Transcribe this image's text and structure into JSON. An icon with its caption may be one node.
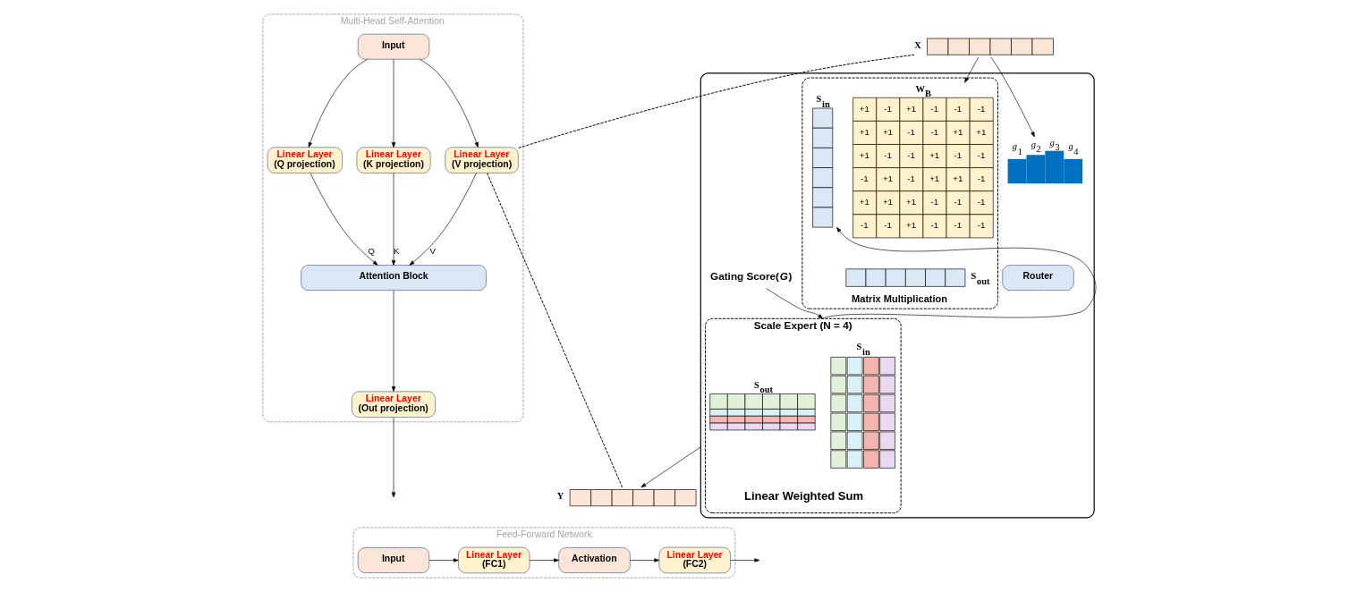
{
  "diagram": {
    "nodes": [
      {
        "text": [
          "Multi-Head Self-Attention"
        ]
      },
      {
        "text": [
          "Input"
        ],
        "in": 0
      },
      {
        "text": [
          "Linear Layer",
          "(Q projection)"
        ],
        "in": 0
      },
      {
        "text": [
          "Linear Layer",
          "(K projection)"
        ],
        "in": 0
      },
      {
        "text": [
          "Linear Layer",
          "(V projection)"
        ],
        "in": 0
      },
      {
        "text": [
          "Attention Block"
        ],
        "in": 0
      },
      {
        "text": [
          "Linear Layer",
          "(Out projection)"
        ],
        "in": 0
      },
      {
        "text": [
          "Feed-Forward Network"
        ]
      },
      {
        "text": [
          "Input"
        ],
        "in": 7
      },
      {
        "text": [
          "Linear Layer",
          "(FC1)"
        ],
        "in": 7
      },
      {
        "text": [
          "Activation"
        ],
        "in": 7
      },
      {
        "text": [
          "Linear Layer",
          "(FC2)"
        ],
        "in": 7
      },
      {
        "text": [],
        "shape": "bar",
        "beside": [
          "X"
        ]
      },
      {
        "text": [],
        "shape": "box"
      },
      {
        "text": [
          "Matrix Multiplication"
        ],
        "in": 13
      },
      {
        "text": [
          "W$_{B}$",
          "+1",
          "-1",
          "+1",
          "-1",
          "-1",
          "-1",
          "+1",
          "+1",
          "-1",
          "-1",
          "+1",
          "+1",
          "+1",
          "-1",
          "-1",
          "+1",
          "-1",
          "-1",
          "-1",
          "+1",
          "-1",
          "+1",
          "+1",
          "-1",
          "+1",
          "+1",
          "+1",
          "-1",
          "-1",
          "-1",
          "-1",
          "-1",
          "+1",
          "-1",
          "-1",
          "-1"
        ],
        "in": 14
      },
      {
        "text": [
          "S$_{in}$"
        ],
        "in": 14
      },
      {
        "text": [
          "S$_{out}$"
        ],
        "in": 14
      },
      {
        "text": [
          "Router"
        ],
        "in": 13
      },
      {
        "text": [
          "*g*$_{1}$",
          "*g*$_{2}$",
          "*g*$_{3}$",
          "*g*$_{4}$"
        ],
        "in": 13
      },
      {
        "text": [
          "Gating Score(*G*)"
        ],
        "in": 13
      },
      {
        "text": [
          "Scale Expert (N = 4)",
          "Linear Weighted Sum"
        ],
        "in": 13
      },
      {
        "text": [
          "S$_{in}$"
        ],
        "in": 21
      },
      {
        "text": [
          "S$_{out}$"
        ],
        "in": 21
      },
      {
        "text": [],
        "shape": "bar",
        "beside": [
          "Y"
        ]
      }
    ],
    "edges": [
      {
        "from": 1,
        "to": 2,
        "arrow": "to"
      },
      {
        "from": 1,
        "to": 3,
        "arrow": "to"
      },
      {
        "from": 1,
        "to": 4,
        "arrow": "to"
      },
      {
        "from": 2,
        "to": 5,
        "arrow": "to",
        "label": "Q"
      },
      {
        "from": 3,
        "to": 5,
        "arrow": "to",
        "label": "K"
      },
      {
        "from": 4,
        "to": 5,
        "arrow": "to",
        "label": "V"
      },
      {
        "from": 5,
        "to": 6,
        "arrow": "to"
      },
      {
        "from": 6,
        "to": null,
        "arrow": "to"
      },
      {
        "from": 8,
        "to": 9,
        "arrow": "to"
      },
      {
        "from": 9,
        "to": 10,
        "arrow": "to"
      },
      {
        "from": 10,
        "to": 11,
        "arrow": "to"
      },
      {
        "from": 11,
        "to": null,
        "arrow": "to"
      },
      {
        "from": 4,
        "to": 12,
        "arrow": "none",
        "style": "dashed"
      },
      {
        "from": 4,
        "to": 24,
        "arrow": "none",
        "style": "dashed"
      },
      {
        "from": 12,
        "to": 15,
        "arrow": "to"
      },
      {
        "from": 12,
        "to": 19,
        "arrow": "to"
      },
      {
        "from": 20,
        "to": 21,
        "arrow": "to"
      },
      {
        "from": 21,
        "to": 16,
        "arrow": "to"
      },
      {
        "from": 13,
        "to": 24,
        "arrow": "to"
      }
    ]
  }
}
